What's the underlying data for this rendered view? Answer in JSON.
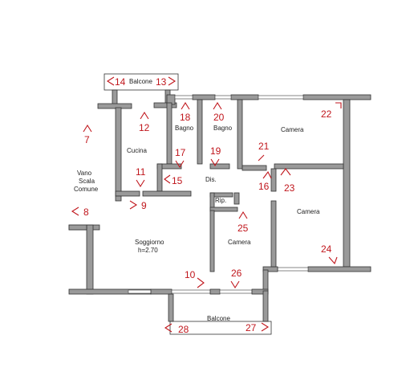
{
  "rooms": {
    "balcone_top": "Balcone",
    "cucina": "Cucina",
    "bagno1": "Bagno",
    "bagno2": "Bagno",
    "camera1": "Camera",
    "vano": [
      "Vano",
      "Scala",
      "Comune"
    ],
    "dis": "Dis.",
    "rip": "Rip.",
    "camera2": "Camera",
    "soggiorno": [
      "Soggiorno",
      "h=2.70"
    ],
    "camera3": "Camera",
    "balcone_bottom": "Balcone"
  },
  "viewpoints": [
    "14",
    "13",
    "18",
    "20",
    "22",
    "12",
    "7",
    "17",
    "19",
    "21",
    "11",
    "15",
    "16",
    "23",
    "8",
    "9",
    "25",
    "24",
    "10",
    "26",
    "28",
    "27"
  ]
}
